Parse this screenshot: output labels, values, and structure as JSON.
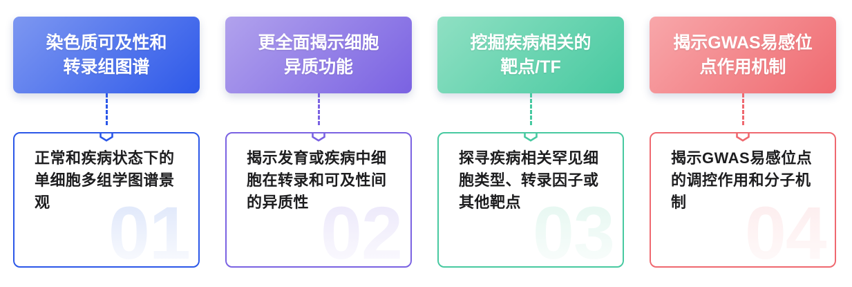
{
  "page": {
    "background_color": "#ffffff",
    "description": "four-step benefits infographic"
  },
  "cards": [
    {
      "number": "01",
      "title_lines": [
        "染色质可及性和",
        "转录组图谱"
      ],
      "body_text": "正常和疾病状态下的单细胞多组学图谱景观",
      "colors": {
        "gradient_from": "#7d97f1",
        "gradient_to": "#2e59e9",
        "accent": "#2b57e8",
        "number_top": "#dde6fa",
        "number_bottom": "#fafbfe"
      }
    },
    {
      "number": "02",
      "title_lines": [
        "更全面揭示细胞",
        "异质功能"
      ],
      "body_text": "揭示发育或疾病中细胞在转录和可及性间的异质性",
      "colors": {
        "gradient_from": "#b1a2ed",
        "gradient_to": "#7a62e2",
        "accent": "#7a62e2",
        "number_top": "#ebe7fa",
        "number_bottom": "#fbfafe"
      }
    },
    {
      "number": "03",
      "title_lines": [
        "挖掘疾病相关的",
        "靶点/TF"
      ],
      "body_text": "探寻疾病相关罕见细胞类型、转录因子或其他靶点",
      "colors": {
        "gradient_from": "#8fe0c3",
        "gradient_to": "#47c9a0",
        "accent": "#47c9a0",
        "number_top": "#e4f7f0",
        "number_bottom": "#fafdfc"
      }
    },
    {
      "number": "04",
      "title_lines": [
        "揭示GWAS易感位",
        "点作用机制"
      ],
      "body_text": "揭示GWAS易感位点的调控作用和分子机制",
      "colors": {
        "gradient_from": "#f8a7aa",
        "gradient_to": "#ef6a70",
        "accent": "#ef686f",
        "number_top": "#fdeced",
        "number_bottom": "#fefafa"
      }
    }
  ]
}
